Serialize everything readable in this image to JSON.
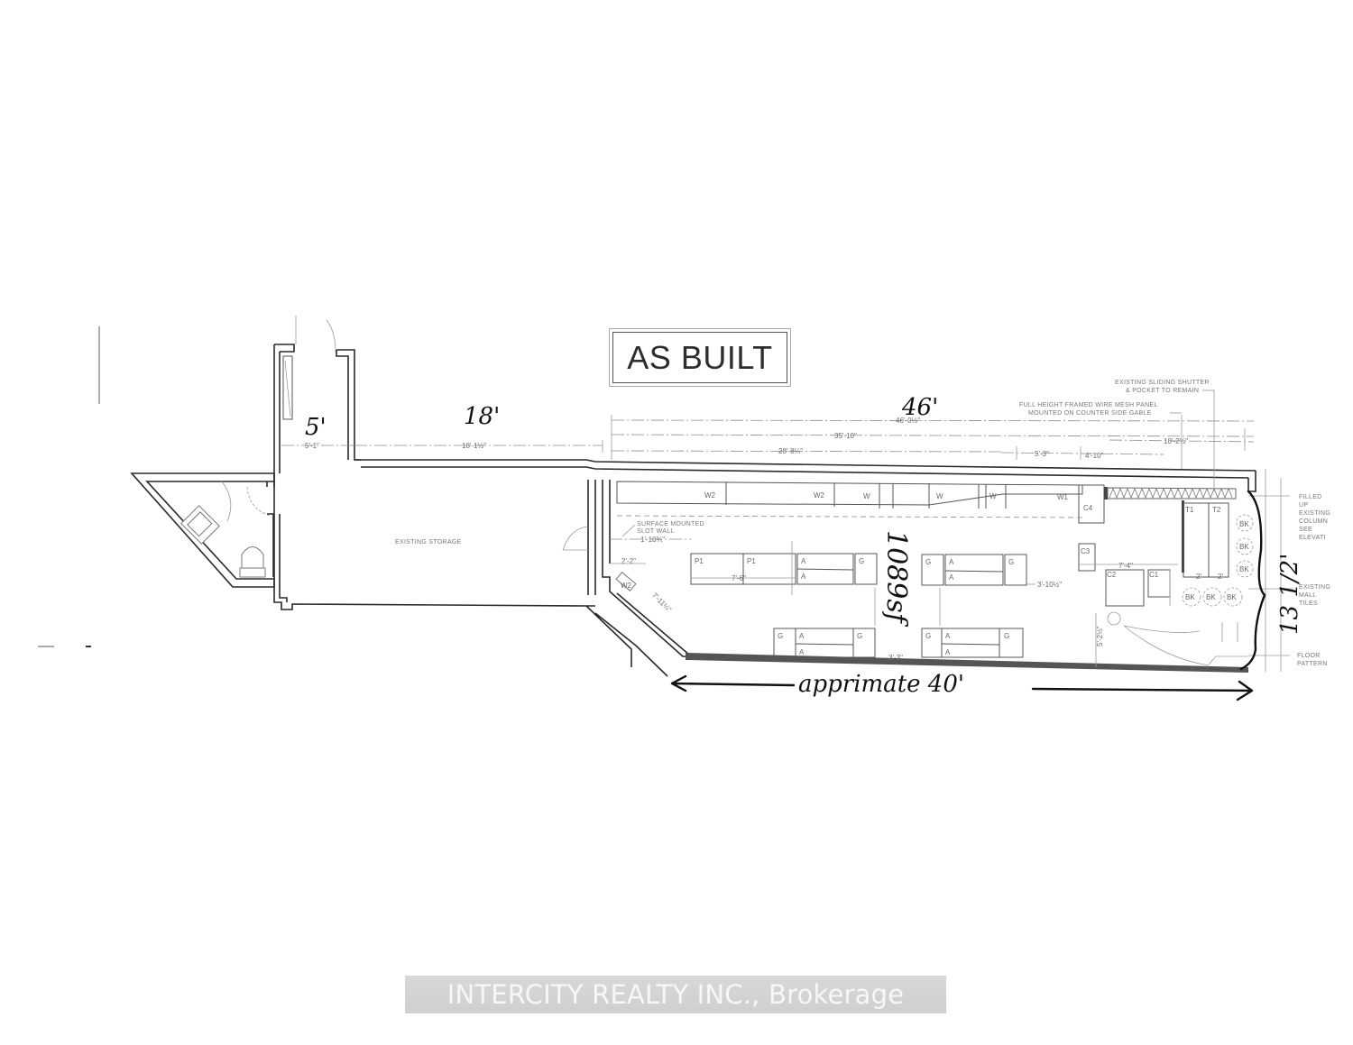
{
  "title": "AS BUILT",
  "watermark": "INTERCITY REALTY INC., Brokerage",
  "handwritten": {
    "dim_5": "5'",
    "dim_18": "18'",
    "dim_46": "46'",
    "area": "1089sf",
    "depth": "13 1/2'",
    "length_note": "apprimate 40'"
  },
  "dimensions": {
    "d_5_1": "5'-1\"",
    "d_18_1_5": "18'-1½\"",
    "d_46_0_5": "46'-0½\"",
    "d_35_10": "35'-10\"",
    "d_28_8_25": "28'-8¼\"",
    "d_5_3": "5'-3\"",
    "d_4_10": "4'-10\"",
    "d_10_2_5": "10'-2½\"",
    "d_1_10_75": "1'-10¾\"",
    "d_2_2": "2'-2\"",
    "d_7_6": "7'-6\"",
    "d_3_10_5": "3'-10½\"",
    "d_3_3": "3'-3\"",
    "d_5_2_5": "5'-2½\"",
    "d_7_4": "7'-4\"",
    "d_2_a": "2'",
    "d_2_b": "2'",
    "d_7_11": "7'-11¼\""
  },
  "annotations": {
    "shutter": [
      "EXISTING SLIDING SHUTTER",
      "& POCKET TO REMAIN"
    ],
    "mesh_panel": [
      "FULL HEIGHT FRAMED WIRE MESH PANEL",
      "MOUNTED ON COUNTER SIDE GABLE"
    ],
    "column": [
      "FILLED",
      "UP",
      "EXISTING",
      "COLUMN",
      "SEE",
      "ELEVATI"
    ],
    "wall_tiles": [
      "EXISTING",
      "MALL",
      "TILES"
    ],
    "floor": [
      "FLOOR",
      "PATTERN"
    ],
    "slot_wall": [
      "SURFACE MOUNTED",
      "SLOT WALL"
    ],
    "storage": "EXISTING STORAGE"
  },
  "fixtures": {
    "wall_units": [
      "W2",
      "W2",
      "W",
      "W",
      "W",
      "W1",
      "W2"
    ],
    "counters": [
      "C4",
      "C3",
      "C2",
      "C1"
    ],
    "tables": [
      "T1",
      "T2"
    ],
    "racks_top": [
      "P1",
      "P1",
      "A",
      "A",
      "G",
      "G",
      "A",
      "A",
      "G"
    ],
    "racks_bottom": [
      "G",
      "A",
      "A",
      "G",
      "G",
      "A",
      "A",
      "G"
    ],
    "bk": [
      "BK",
      "BK",
      "BK",
      "BK",
      "BK",
      "BK"
    ]
  }
}
